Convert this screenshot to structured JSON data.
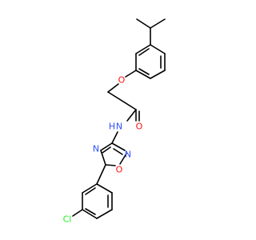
{
  "molecule": {
    "atom_labels": {
      "ether_oxygen": "O",
      "carbonyl_oxygen": "O",
      "amide_nitrogen": "N",
      "amide_hydrogen": "H",
      "ring_nitrogen_3": "N",
      "ring_nitrogen_2": "N",
      "ring_oxygen": "O",
      "chlorine": "Cl"
    },
    "colors": {
      "bond": "#000000",
      "oxygen": "#ff0d0d",
      "nitrogen": "#3050f8",
      "chlorine": "#1ff01f",
      "background": "#ffffff"
    }
  }
}
